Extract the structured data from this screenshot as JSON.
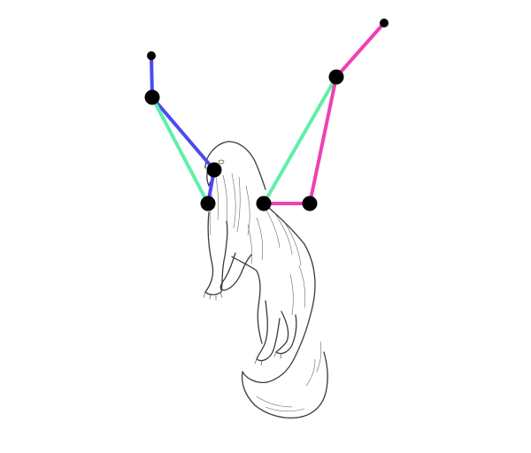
{
  "colors": {
    "background": "#ffffff",
    "sketch": "#3a3a3a",
    "joint": "#000000",
    "bone_blue": "#4b4bf0",
    "bone_green": "#5ef0a8",
    "bone_pink": "#f040b4"
  },
  "skeleton": {
    "bones": [
      {
        "name": "left-upper-blue",
        "from": "left_top",
        "to": "left_elbow",
        "color": "bone_blue"
      },
      {
        "name": "left-lower-blue",
        "from": "left_elbow",
        "to": "head",
        "color": "bone_blue"
      },
      {
        "name": "left-neck-blue",
        "from": "head",
        "to": "left_shoulder",
        "color": "bone_blue"
      },
      {
        "name": "left-green",
        "from": "left_elbow",
        "to": "left_shoulder",
        "color": "bone_green"
      },
      {
        "name": "right-green",
        "from": "right_shoulder",
        "to": "right_elbow",
        "color": "bone_green"
      },
      {
        "name": "right-upper-pink",
        "from": "right_elbow",
        "to": "right_top",
        "color": "bone_pink"
      },
      {
        "name": "right-mid-pink",
        "from": "right_elbow",
        "to": "right_joint",
        "color": "bone_pink"
      },
      {
        "name": "right-shoulder-pink",
        "from": "right_shoulder",
        "to": "right_joint",
        "color": "bone_pink"
      }
    ],
    "joints": [
      {
        "name": "left_top",
        "size": "small"
      },
      {
        "name": "left_elbow",
        "size": "large"
      },
      {
        "name": "head",
        "size": "large"
      },
      {
        "name": "left_shoulder",
        "size": "large"
      },
      {
        "name": "right_shoulder",
        "size": "large"
      },
      {
        "name": "right_joint",
        "size": "large"
      },
      {
        "name": "right_elbow",
        "size": "large"
      },
      {
        "name": "right_top",
        "size": "small"
      }
    ]
  }
}
